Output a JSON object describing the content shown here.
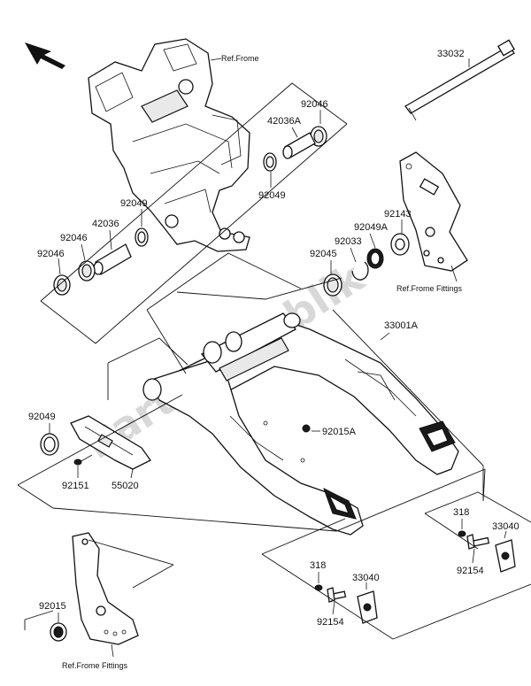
{
  "watermark": "PartsRepublik",
  "labels": {
    "ref_frame": "Ref.Frome",
    "ref_frame_fittings_top": "Ref.Frome Fittings",
    "ref_frame_fittings_bottom": "Ref.Frome Fittings",
    "p33032": "33032",
    "p92046_top": "92046",
    "p42036A": "42036A",
    "p92049_top": "92049",
    "p92049_left": "92049",
    "p42036": "42036",
    "p92046_left1": "92046",
    "p92046_left2": "92046",
    "p92143": "92143",
    "p92049A": "92049A",
    "p92033": "92033",
    "p92045": "92045",
    "p33001A": "33001A",
    "p92015A": "92015A",
    "p92049_mid": "92049",
    "p92151": "92151",
    "p55020": "55020",
    "p318_right": "318",
    "p33040_right": "33040",
    "p92154_right": "92154",
    "p318_bottom": "318",
    "p33040_bottom": "33040",
    "p92154_bottom": "92154",
    "p92015": "92015"
  }
}
